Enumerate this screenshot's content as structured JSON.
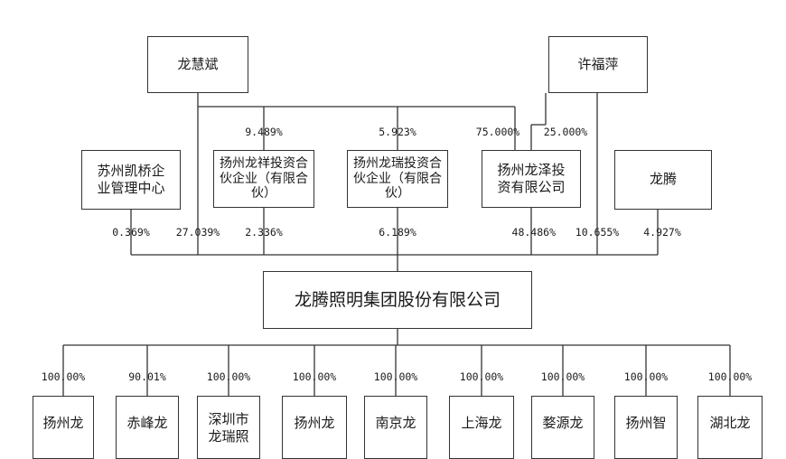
{
  "persons": {
    "long_huibin": "龙慧斌",
    "xu_fuping": "许福萍"
  },
  "holders": {
    "suzhou_kaiqiao": "苏州凯桥企业管理中心",
    "yangzhou_longxiang": "扬州龙祥投资合伙企业（有限合伙）",
    "yangzhou_longrui": "扬州龙瑞投资合伙企业（有限合伙）",
    "yangzhou_longze": "扬州龙泽投资有限公司",
    "long_teng": "龙腾"
  },
  "company": "龙腾照明集团股份有限公司",
  "upper_pct": {
    "longxiang": "9.489%",
    "longrui": "5.923%",
    "longze_huibin": "75.000%",
    "longze_fuping": "25.000%"
  },
  "lower_pct": {
    "kaiqiao": "0.369%",
    "huibin_direct": "27.039%",
    "longxiang": "2.336%",
    "longrui": "6.189%",
    "longze": "48.486%",
    "fuping_direct": "10.655%",
    "long_teng": "4.927%"
  },
  "subsidiaries": [
    {
      "pct": "100.00%",
      "name": "扬州龙"
    },
    {
      "pct": "90.01%",
      "name": "赤峰龙"
    },
    {
      "pct": "100.00%",
      "name": "深圳市龙瑞照"
    },
    {
      "pct": "100.00%",
      "name": "扬州龙"
    },
    {
      "pct": "100.00%",
      "name": "南京龙"
    },
    {
      "pct": "100.00%",
      "name": "上海龙"
    },
    {
      "pct": "100.00%",
      "name": "婺源龙"
    },
    {
      "pct": "100.00%",
      "name": "扬州智"
    },
    {
      "pct": "100.00%",
      "name": "湖北龙"
    }
  ]
}
